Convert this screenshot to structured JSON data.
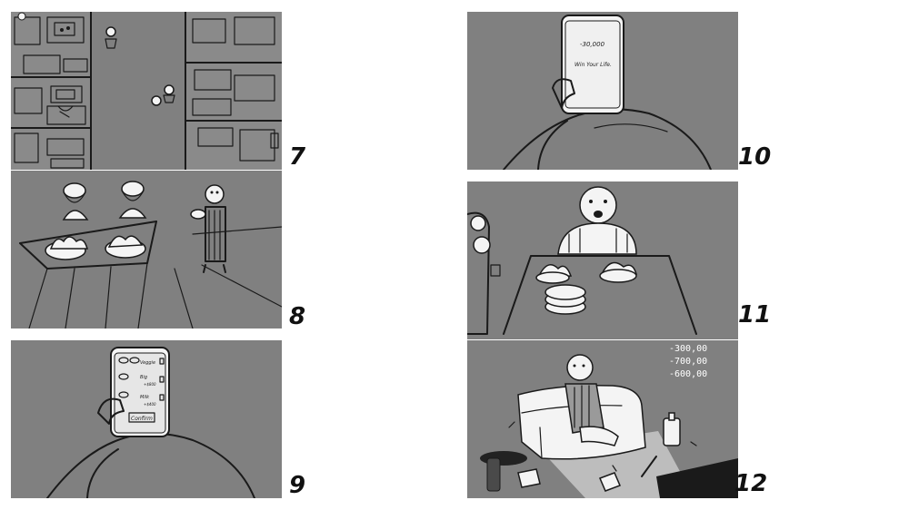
{
  "storyboard": {
    "panels": [
      {
        "number": "7",
        "phone_text": []
      },
      {
        "number": "8",
        "phone_text": []
      },
      {
        "number": "9",
        "phone_text": [
          "Veggie",
          "Big",
          "+$800",
          "Milk",
          "+$400",
          "Confirm"
        ]
      },
      {
        "number": "10",
        "phone_text": [
          "-30,000",
          "Win Your Life."
        ]
      },
      {
        "number": "11",
        "phone_text": []
      },
      {
        "number": "12",
        "phone_text": [],
        "money_readout": [
          "-300,00",
          "-700,00",
          "-600,00"
        ]
      }
    ]
  },
  "colors": {
    "panel_fill": "#808080",
    "ink": "#1a1a1a",
    "paper": "#f4f4f4"
  }
}
